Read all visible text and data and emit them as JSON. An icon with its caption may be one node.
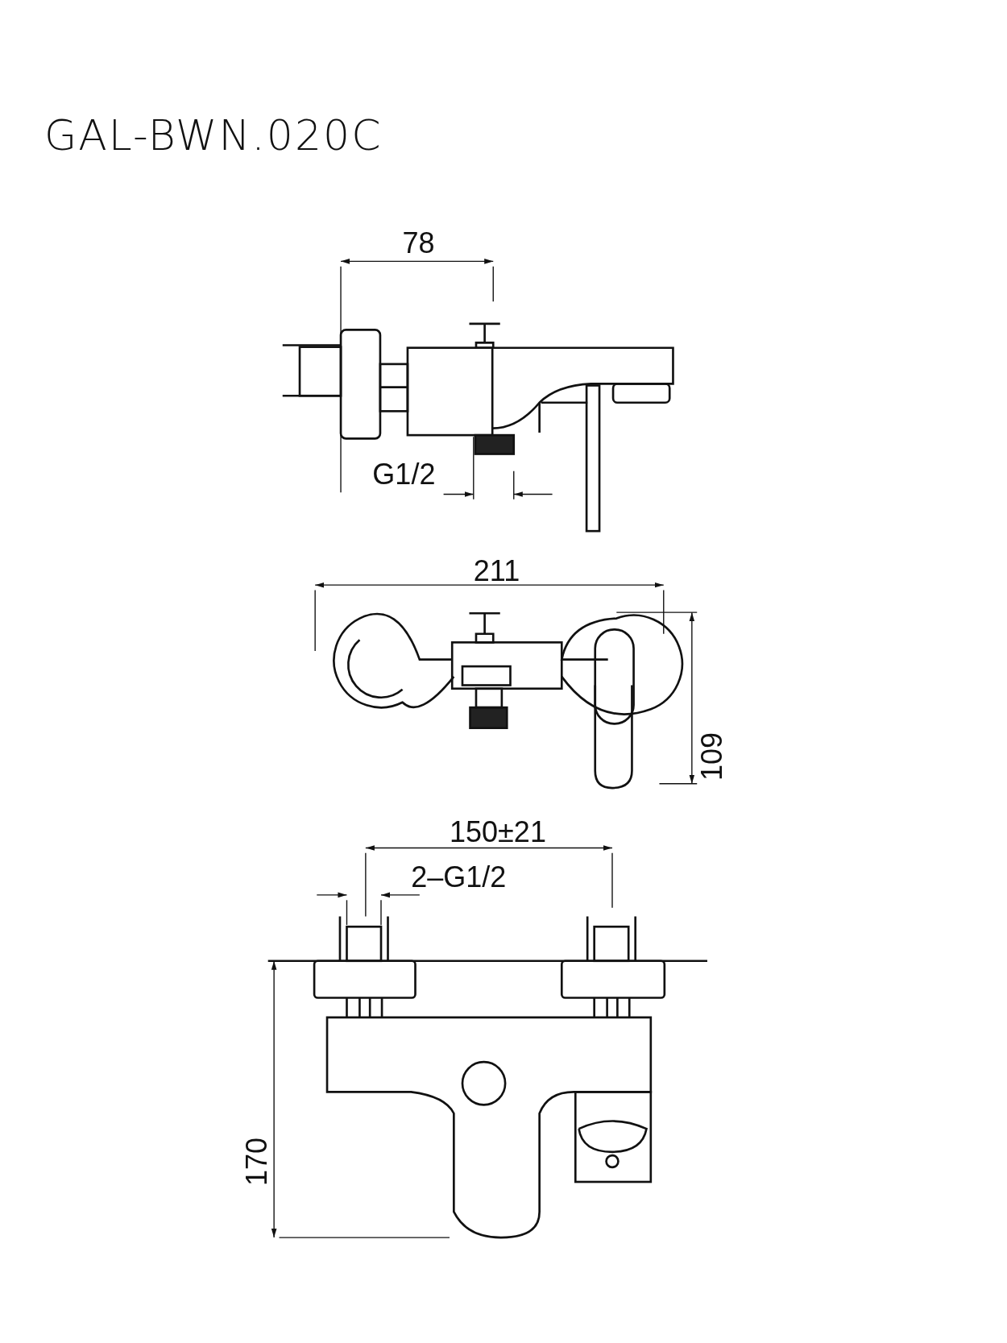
{
  "diagram": {
    "title": "GAL-BWN.020C",
    "labels": [
      "78",
      "G1/2",
      "211",
      "109",
      "150±21",
      "2–G1/2",
      "170"
    ]
  }
}
